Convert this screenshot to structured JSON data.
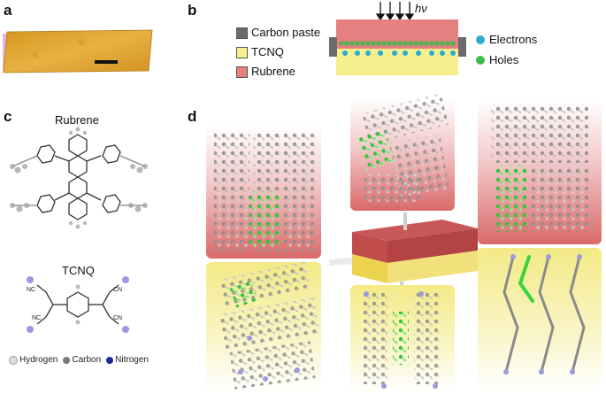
{
  "panels": {
    "a": {
      "label": "a"
    },
    "b": {
      "label": "b",
      "arrow_label": "hν",
      "legend_left": [
        {
          "text": "Carbon paste",
          "color": "#6b6b6b"
        },
        {
          "text": "TCNQ",
          "color": "#f5ef8e"
        },
        {
          "text": "Rubrene",
          "color": "#e58080"
        }
      ],
      "legend_right": [
        {
          "text": "Electrons",
          "color": "#2eaad0"
        },
        {
          "text": "Holes",
          "color": "#3dbb4c"
        }
      ]
    },
    "c": {
      "label": "c",
      "rubrene_title": "Rubrene",
      "tcnq_title": "TCNQ",
      "nc_labels": [
        "NC",
        "NC",
        "CN",
        "CN"
      ],
      "atom_key": [
        {
          "text": "Hydrogen",
          "color": "#dddddd"
        },
        {
          "text": "Carbon",
          "color": "#7a7a7a"
        },
        {
          "text": "Nitrogen",
          "color": "#1a2a9a"
        }
      ]
    },
    "d": {
      "label": "d"
    }
  },
  "colors": {
    "rubrene_red": "#e58080",
    "tcnq_yellow": "#f5ef8e",
    "film_gold": "#e2a732",
    "highlight_green": "#37d43a",
    "nitrogen_blue": "#9a9ae0"
  }
}
